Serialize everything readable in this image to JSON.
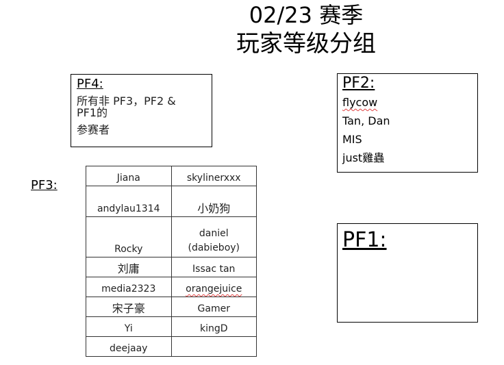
{
  "title": {
    "line1": "02/23 赛季",
    "line2": "玩家等级分组"
  },
  "pf4": {
    "heading": "PF4:",
    "line1": "所有非 PF3，PF2 &",
    "line2": "PF1的",
    "line3": "参赛者"
  },
  "pf2": {
    "heading": "PF2:",
    "players": [
      "flycow",
      "Tan, Dan",
      "MIS",
      "just雞蟲"
    ]
  },
  "pf1": {
    "heading": "PF1:"
  },
  "pf3": {
    "heading": "PF3:",
    "rows": [
      [
        "Jiana",
        "skylinerxxx"
      ],
      [
        "andylau1314",
        "小奶狗"
      ],
      [
        "Rocky",
        "daniel (dabieboy)"
      ],
      [
        "刘庸",
        "Issac tan"
      ],
      [
        "media2323",
        "orangejuice"
      ],
      [
        "宋子豪",
        "Gamer"
      ],
      [
        "Yi",
        "kingD"
      ],
      [
        "deejaay",
        ""
      ]
    ]
  }
}
